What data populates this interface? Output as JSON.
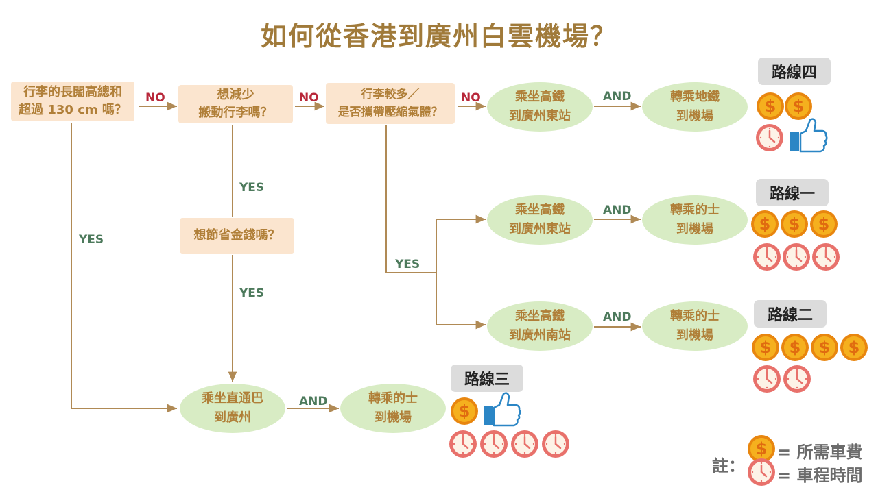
{
  "title": "如何從香港到廣州白雲機場？",
  "colors": {
    "title": "#a07a3a",
    "question_box": "#fbe5cf",
    "oval": "#d8ecc4",
    "no_label": "#b8283a",
    "yes_label": "#4d7a5c",
    "line": "#b08a55",
    "coin": "#f5b01e",
    "clock": "#e8716b",
    "thumb": "#2b86c5"
  },
  "questions": {
    "q1": "行李的長闊高總和\n超過 130 cm 嗎？",
    "q2": "想減少\n搬動行李嗎？",
    "q3": "行李較多／\n是否攜帶壓縮氣體？",
    "q4": "想節省金錢嗎？"
  },
  "labels": {
    "no": "NO",
    "yes": "YES",
    "and": "AND"
  },
  "nodes": {
    "r4a": "乘坐高鐵\n到廣州東站",
    "r4b": "轉乘地鐵\n到機場",
    "r1a": "乘坐高鐵\n到廣州東站",
    "r1b": "轉乘的士\n到機場",
    "r2a": "乘坐高鐵\n到廣州南站",
    "r2b": "轉乘的士\n到機場",
    "r3a": "乘坐直通巴\n到廣州",
    "r3b": "轉乘的士\n到機場"
  },
  "routes": {
    "r4": {
      "name": "路線四",
      "coins": 2,
      "clocks": 1,
      "thumb": true
    },
    "r1": {
      "name": "路線一",
      "coins": 3,
      "clocks": 3,
      "thumb": false
    },
    "r2": {
      "name": "路線二",
      "coins": 4,
      "clocks": 2,
      "thumb": false
    },
    "r3": {
      "name": "路線三",
      "coins": 1,
      "clocks": 4,
      "thumb": true
    }
  },
  "icons": {
    "coin": "dollar-coin-icon",
    "clock": "clock-icon",
    "thumb": "thumbs-up-icon"
  },
  "legend": {
    "note": "註：",
    "coin_text": "= 所需車費",
    "clock_text": "= 車程時間"
  }
}
